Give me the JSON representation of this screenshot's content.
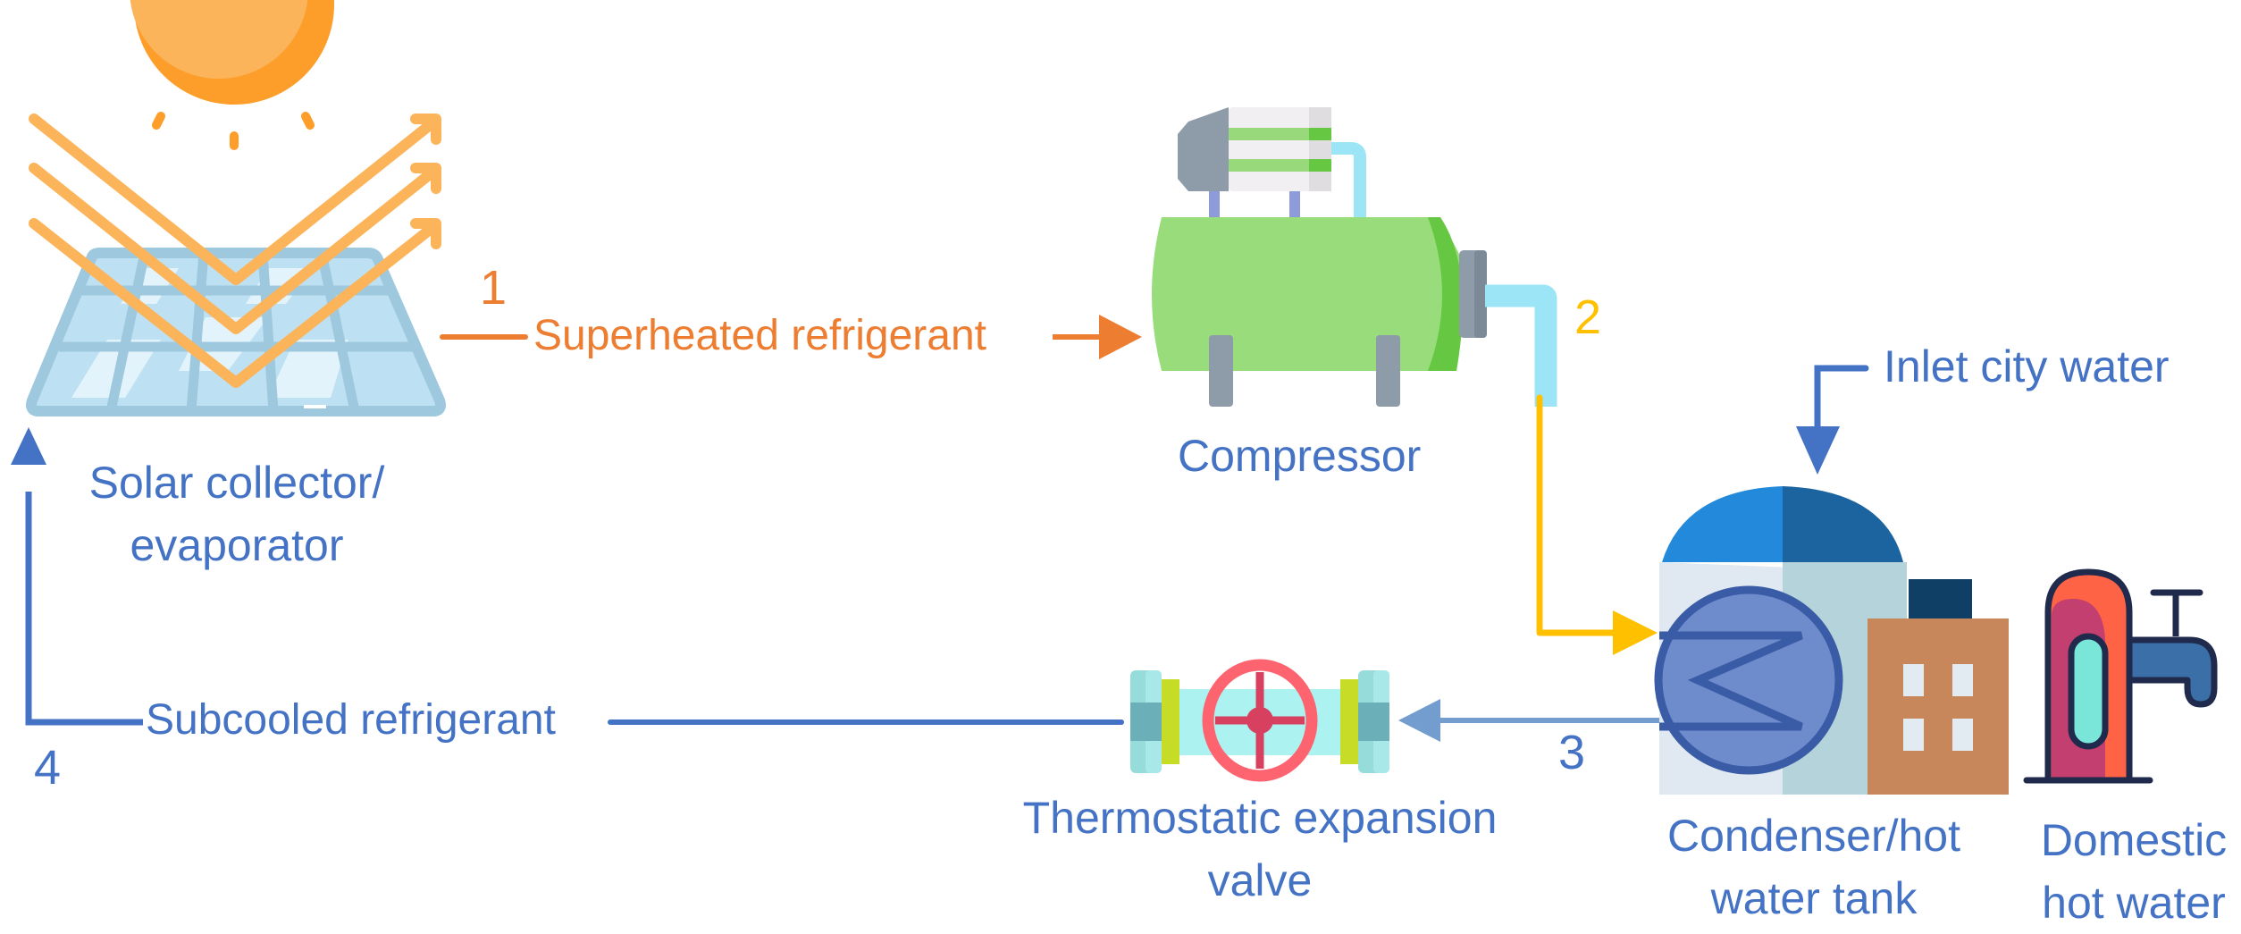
{
  "diagram": {
    "type": "solar-assisted heat pump water heater cycle",
    "components": {
      "solar_collector": {
        "label": "Solar collector/\nevaporator",
        "line1": "Solar collector/",
        "line2": "evaporator",
        "icon": "solar-panel-icon"
      },
      "sun": {
        "icon": "sun-icon"
      },
      "compressor": {
        "label": "Compressor",
        "icon": "compressor-icon"
      },
      "condenser": {
        "label": "Condenser/hot water tank",
        "line1": "Condenser/hot",
        "line2": "water tank",
        "icon": "water-tank-icon"
      },
      "expansion_valve": {
        "label": "Thermostatic expansion valve",
        "line1": "Thermostatic expansion",
        "line2": "valve",
        "icon": "valve-icon"
      },
      "domestic_hot_water": {
        "label": "Domestic hot water",
        "line1": "Domestic",
        "line2": "hot water",
        "icon": "faucet-icon"
      }
    },
    "flows": {
      "superheated": {
        "label": "Superheated refrigerant",
        "color": "#ed7d31"
      },
      "discharge": {
        "color": "#ffc000"
      },
      "subcooled": {
        "label": "Subcooled refrigerant",
        "color": "#4472c4"
      },
      "condensate": {
        "color": "#739ccf"
      },
      "inlet_water": {
        "label": "Inlet city water",
        "color": "#4472c4"
      }
    },
    "state_points": [
      {
        "id": "1",
        "color": "#ed7d31"
      },
      {
        "id": "2",
        "color": "#ffc000"
      },
      {
        "id": "3",
        "color": "#4472c4"
      },
      {
        "id": "4",
        "color": "#4472c4"
      }
    ]
  }
}
